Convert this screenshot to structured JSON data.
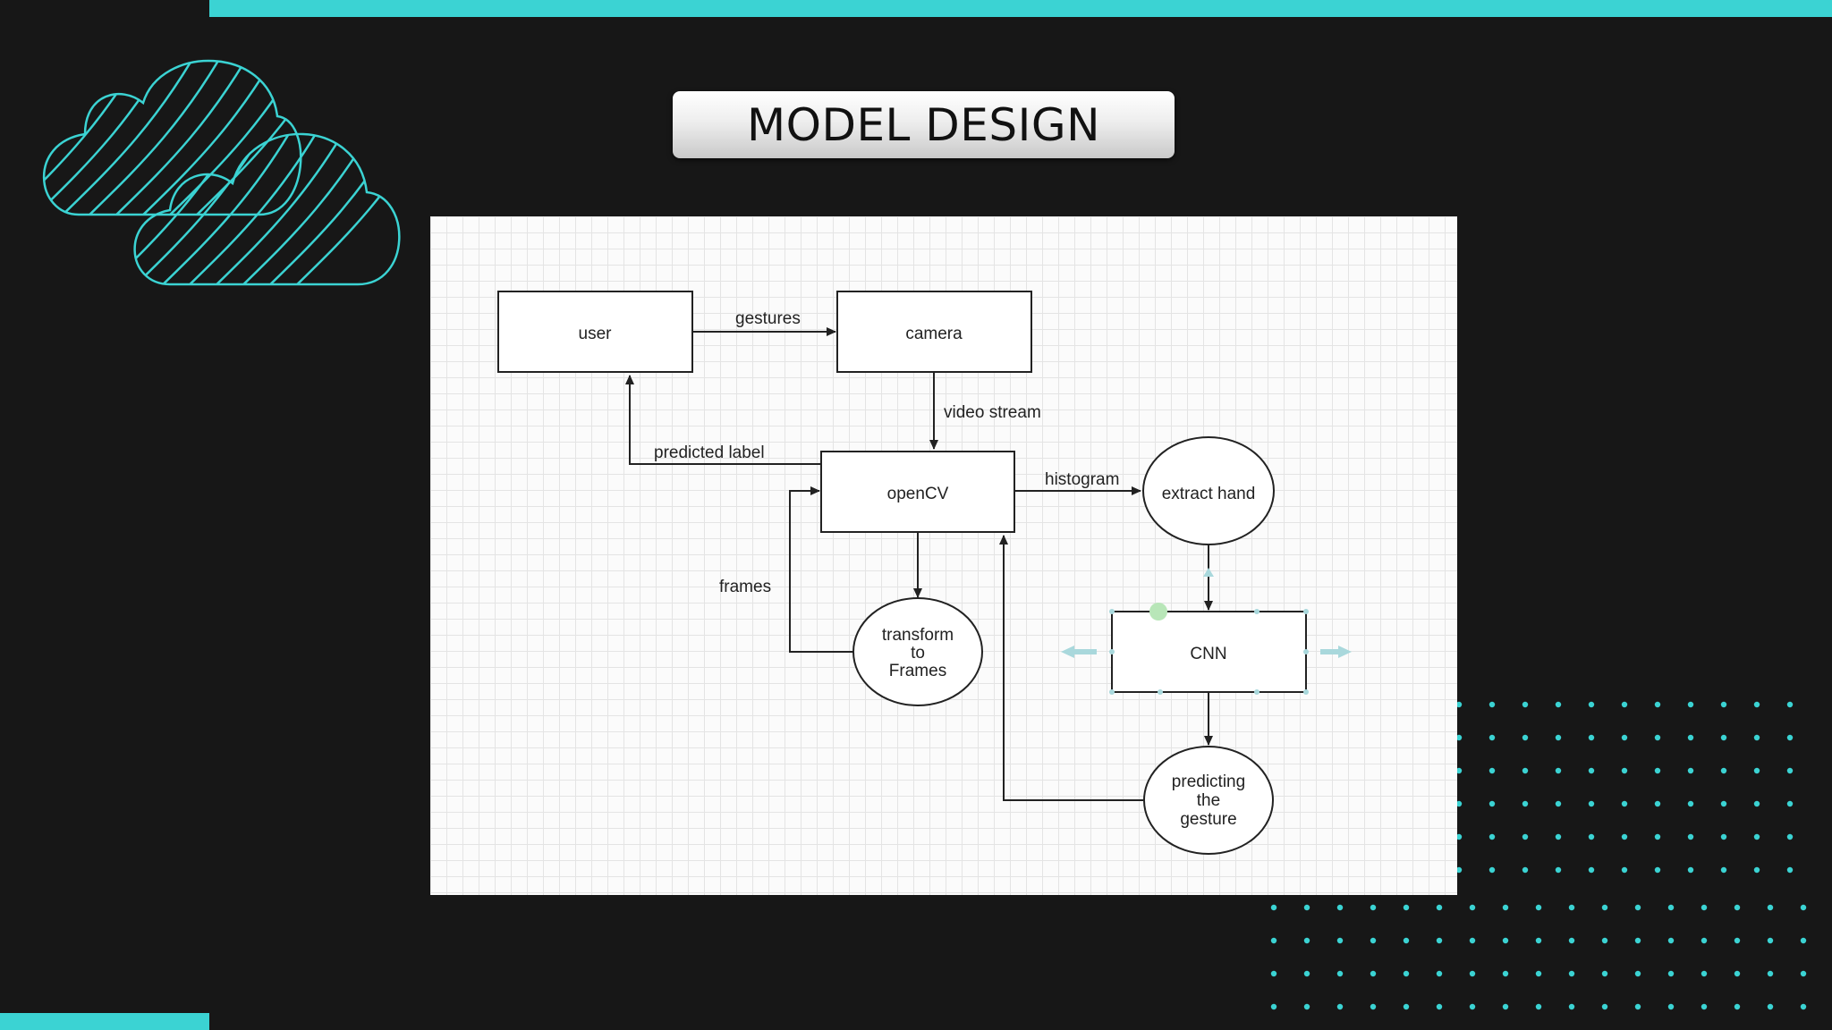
{
  "slide": {
    "title": "MODEL DESIGN",
    "accent_color": "#3bd3d3",
    "background_color": "#171717"
  },
  "diagram": {
    "nodes": {
      "user": "user",
      "camera": "camera",
      "opencv": "openCV",
      "extract_hand": "extract hand",
      "transform": [
        "transform",
        "to",
        "Frames"
      ],
      "cnn": "CNN",
      "predicting": [
        "predicting",
        "the",
        "gesture"
      ]
    },
    "edges": {
      "gestures": "gestures",
      "video_stream": "video stream",
      "predicted_label": "predicted label",
      "histogram": "histogram",
      "frames": "frames"
    }
  }
}
